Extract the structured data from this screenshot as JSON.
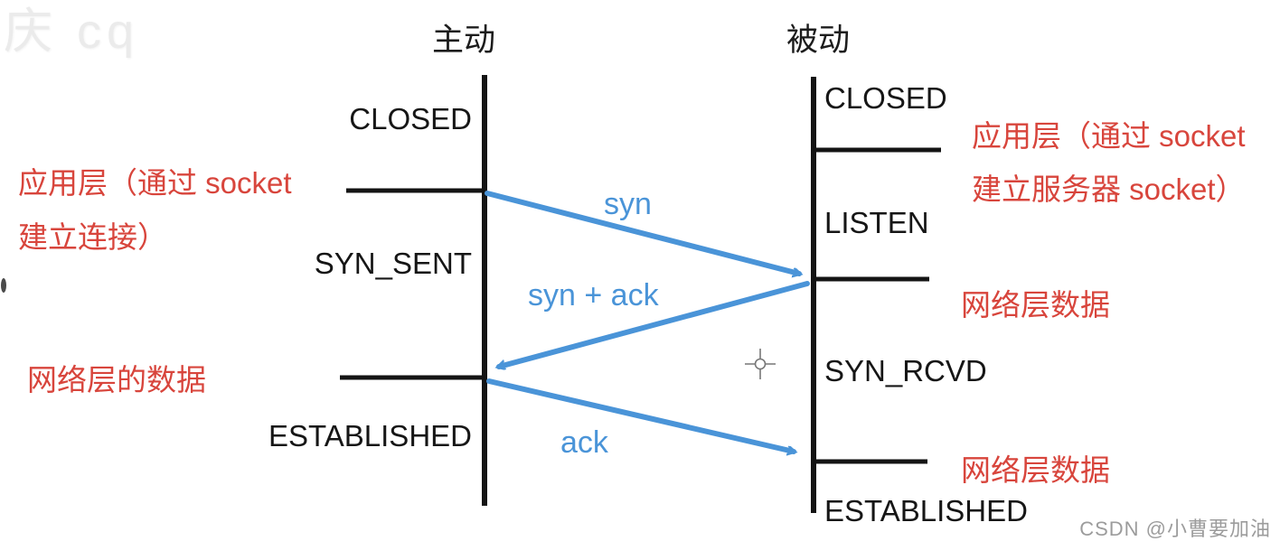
{
  "page": {
    "watermark_top_left": "庆 cq",
    "watermark_bottom_right": "CSDN @小曹要加油",
    "background": "#ffffff"
  },
  "diagram": {
    "title_left": "主动",
    "title_right": "被动",
    "left_lifeline": {
      "states": {
        "closed": "CLOSED",
        "syn_sent": "SYN_SENT",
        "established": "ESTABLISHED"
      },
      "annotations": {
        "app_layer_line1": "应用层（通过 socket",
        "app_layer_line2": "建立连接）",
        "net_layer": "网络层的数据"
      }
    },
    "right_lifeline": {
      "states": {
        "closed": "CLOSED",
        "listen": "LISTEN",
        "syn_rcvd": "SYN_RCVD",
        "established": "ESTABLISHED"
      },
      "annotations": {
        "app_layer_line1": "应用层（通过 socket",
        "app_layer_line2": "建立服务器 socket）",
        "net_layer_1": "网络层数据",
        "net_layer_2": "网络层数据"
      }
    },
    "messages": {
      "syn": {
        "label": "syn",
        "direction": "left-to-right"
      },
      "syn_ack": {
        "label": "syn + ack",
        "direction": "right-to-left"
      },
      "ack": {
        "label": "ack",
        "direction": "left-to-right"
      }
    },
    "colors": {
      "arrow_blue": "#4a94d8",
      "annotation_red": "#d8453c",
      "line_black": "#141414",
      "watermark_gray": "#9c9c9c"
    }
  }
}
